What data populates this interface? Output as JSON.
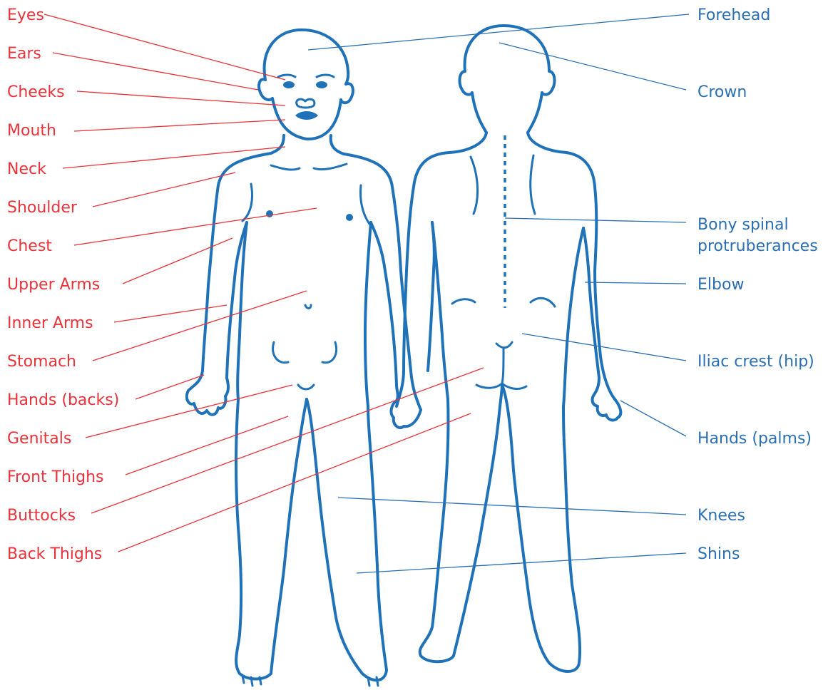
{
  "colors": {
    "front_labels": "#e8333a",
    "back_labels": "#2b6fb3",
    "body_outline": "#1f72b8"
  },
  "front_labels": [
    {
      "id": "eyes",
      "text": "Eyes"
    },
    {
      "id": "ears",
      "text": "Ears"
    },
    {
      "id": "cheeks",
      "text": "Cheeks"
    },
    {
      "id": "mouth",
      "text": "Mouth"
    },
    {
      "id": "neck",
      "text": "Neck"
    },
    {
      "id": "shoulder",
      "text": "Shoulder"
    },
    {
      "id": "chest",
      "text": "Chest"
    },
    {
      "id": "upper-arms",
      "text": "Upper Arms"
    },
    {
      "id": "inner-arms",
      "text": "Inner Arms"
    },
    {
      "id": "stomach",
      "text": "Stomach"
    },
    {
      "id": "hands-backs",
      "text": "Hands (backs)"
    },
    {
      "id": "genitals",
      "text": "Genitals"
    },
    {
      "id": "front-thighs",
      "text": "Front Thighs"
    },
    {
      "id": "buttocks",
      "text": "Buttocks"
    },
    {
      "id": "back-thighs",
      "text": "Back Thighs"
    }
  ],
  "back_labels": [
    {
      "id": "forehead",
      "lines": [
        "Forehead"
      ]
    },
    {
      "id": "crown",
      "lines": [
        "Crown"
      ]
    },
    {
      "id": "bony-spinal",
      "lines": [
        "Bony spinal",
        "protruberances"
      ]
    },
    {
      "id": "elbow",
      "lines": [
        "Elbow"
      ]
    },
    {
      "id": "iliac-crest",
      "lines": [
        "Iliac crest (hip)"
      ]
    },
    {
      "id": "hands-palms",
      "lines": [
        "Hands (palms)"
      ]
    },
    {
      "id": "knees",
      "lines": [
        "Knees"
      ]
    },
    {
      "id": "shins",
      "lines": [
        "Shins"
      ]
    }
  ]
}
